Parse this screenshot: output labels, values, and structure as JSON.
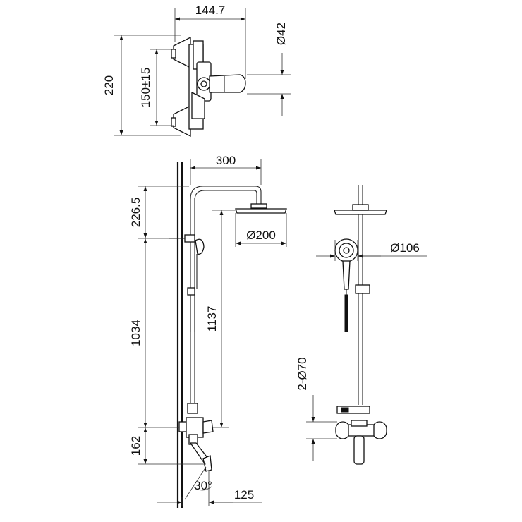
{
  "dimensions": {
    "top_width": "144.7",
    "top_diameter": "Ø42",
    "top_height": "220",
    "top_centers": "150±15",
    "arm_length": "300",
    "rain_head_diameter": "Ø200",
    "head_to_bracket": "226.5",
    "bracket_to_mixer": "1034",
    "total_height": "1137",
    "mixer_to_spout": "162",
    "spout_angle": "30°",
    "spout_projection": "125",
    "hand_shower_diameter": "Ø106",
    "inlets": "2-Ø70"
  }
}
